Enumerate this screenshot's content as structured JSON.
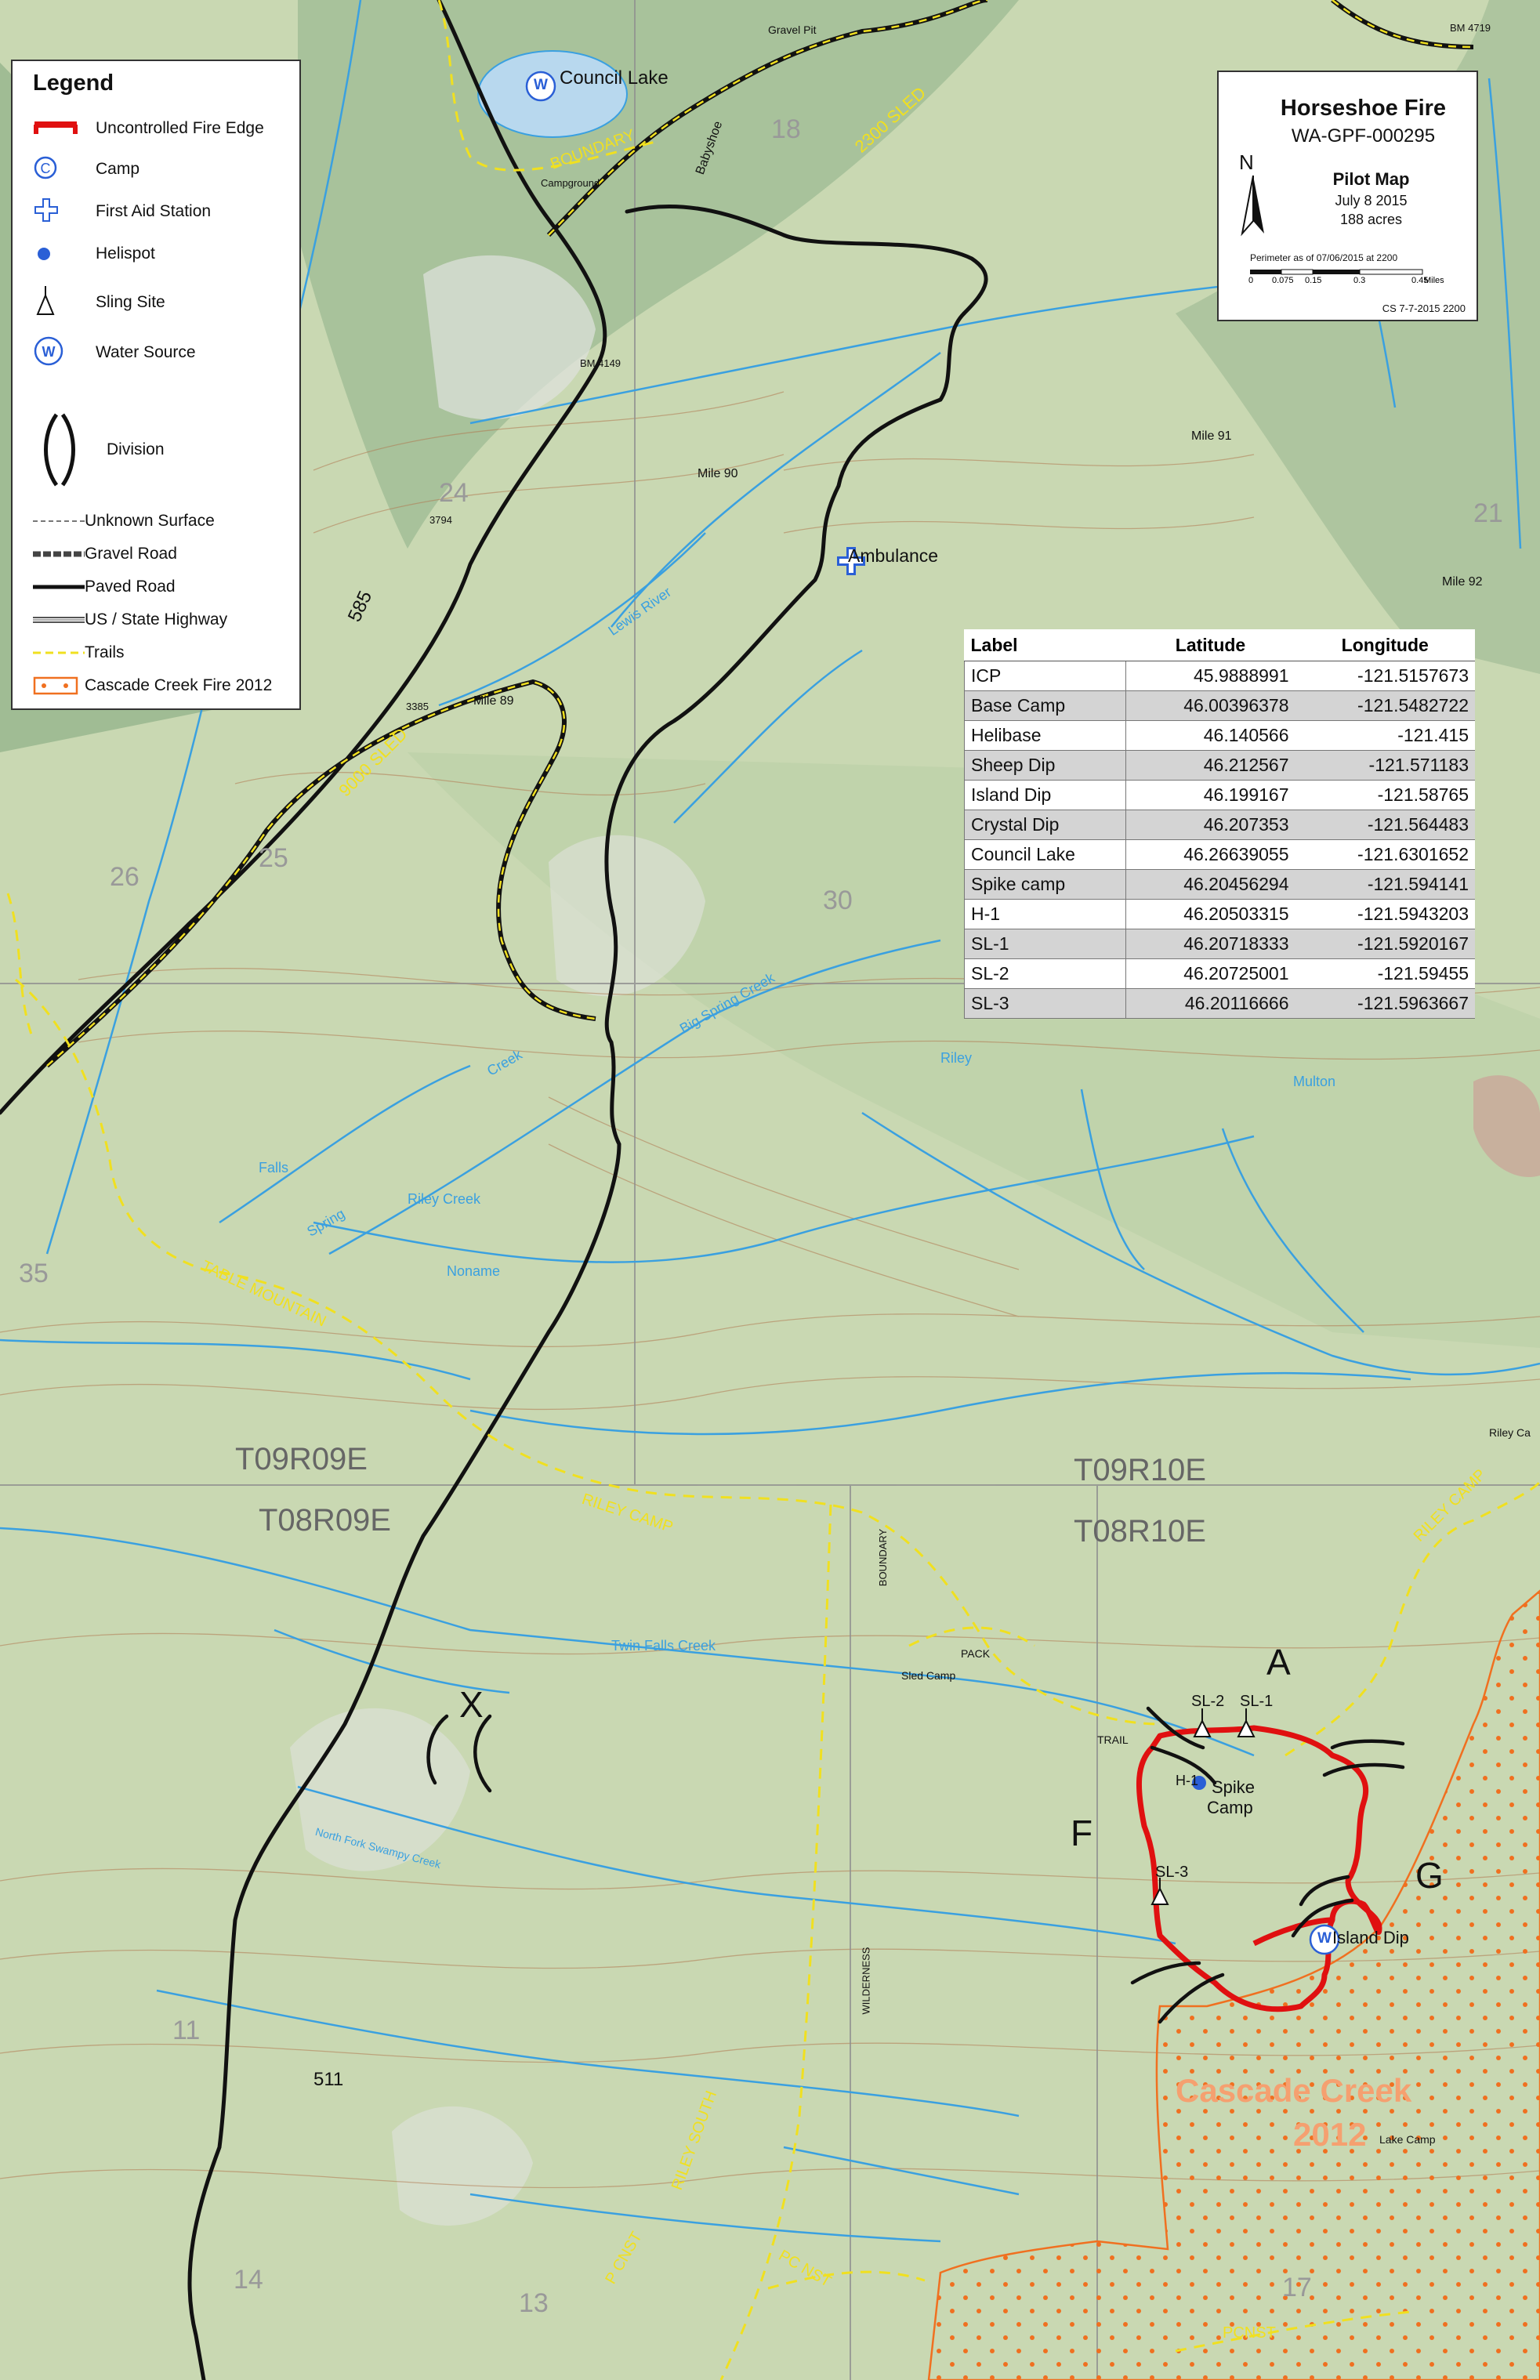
{
  "legend": {
    "title": "Legend",
    "items": [
      {
        "label": "Uncontrolled Fire Edge",
        "symbol": "red-fire-edge-icon"
      },
      {
        "label": "Camp",
        "symbol": "camp-icon"
      },
      {
        "label": "First Aid Station",
        "symbol": "first-aid-icon"
      },
      {
        "label": "Helispot",
        "symbol": "helispot-icon"
      },
      {
        "label": "Sling Site",
        "symbol": "sling-site-icon"
      },
      {
        "label": "Water Source",
        "symbol": "water-source-icon"
      },
      {
        "label": "Division",
        "symbol": "division-icon"
      },
      {
        "label": "Unknown Surface",
        "symbol": "dashed-line-icon"
      },
      {
        "label": "Gravel Road",
        "symbol": "gravel-road-icon"
      },
      {
        "label": "Paved Road",
        "symbol": "paved-road-icon"
      },
      {
        "label": "US / State Highway",
        "symbol": "highway-icon"
      },
      {
        "label": "Trails",
        "symbol": "trail-icon"
      },
      {
        "label": "Cascade Creek Fire 2012",
        "symbol": "orange-perimeter-icon"
      }
    ],
    "camp_glyph": "C",
    "water_glyph": "W"
  },
  "title_box": {
    "title": "Horseshoe Fire",
    "incident": "WA-GPF-000295",
    "north": "N",
    "subtitle": "Pilot  Map",
    "date": "July 8 2015",
    "acres": "188 acres",
    "perimeter_note": "Perimeter as of 07/06/2015 at 2200",
    "scale_ticks": [
      "0",
      "0.075",
      "0.15",
      "0.3",
      "0.45"
    ],
    "scale_unit": "Miles",
    "credit": "CS 7-7-2015 2200"
  },
  "table": {
    "headers": [
      "Label",
      "Latitude",
      "Longitude"
    ],
    "rows": [
      [
        "ICP",
        "45.9888991",
        "-121.5157673"
      ],
      [
        "Base Camp",
        "46.00396378",
        "-121.5482722"
      ],
      [
        "Helibase",
        "46.140566",
        "-121.415"
      ],
      [
        "Sheep Dip",
        "46.212567",
        "-121.571183"
      ],
      [
        "Island Dip",
        "46.199167",
        "-121.58765"
      ],
      [
        "Crystal Dip",
        "46.207353",
        "-121.564483"
      ],
      [
        "Council Lake",
        "46.26639055",
        "-121.6301652"
      ],
      [
        " Spike camp",
        "46.20456294",
        "-121.594141"
      ],
      [
        "H-1",
        "46.20503315",
        "-121.5943203"
      ],
      [
        "SL-1",
        "46.20718333",
        "-121.5920167"
      ],
      [
        "SL-2",
        "46.20725001",
        "-121.59455"
      ],
      [
        "SL-3",
        "46.20116666",
        "-121.5963667"
      ]
    ]
  },
  "map_labels": {
    "council_lake": "Council Lake",
    "ambulance": "Ambulance",
    "spike_camp_1": "Spike",
    "spike_camp_2": "Camp",
    "island_dip": "Island Dip",
    "h1": "H-1",
    "sl1": "SL-1",
    "sl2": "SL-2",
    "sl3": "SL-3",
    "div_a": "A",
    "div_f": "F",
    "div_g": "G",
    "div_x": "X",
    "twp_nw": "T09R09E",
    "twp_ne": "T09R10E",
    "twp_sw": "T08R09E",
    "twp_se": "T08R10E",
    "cascade_creek": "Cascade Creek",
    "cascade_year": "2012",
    "road_585": "585",
    "road_511": "511",
    "sled_2300": "2300 SLED",
    "sled_9000": "9000 SLED",
    "boundary": "BOUNDARY",
    "table_mountain": "TABLE MOUNTAIN",
    "riley_camp": "RILEY CAMP",
    "riley_camp_e": "RILEY CAMP",
    "riley_south": "RILEY SOUTH",
    "pcnst_1": "P CNST",
    "pcnst_2": "PC NST",
    "pcnst_3": "PCNST",
    "lewis_river": "Lewis River",
    "spring_creek": "Spring",
    "creek": "Creek",
    "riley": "Riley",
    "riley_creek": "Riley Creek",
    "noname": "Noname",
    "twin_falls": "Twin Falls Creek",
    "falls": "Falls",
    "north_fork_swampy": "North Fork Swampy Creek",
    "big_spring": "Big Spring Creek",
    "mile_89": "Mile 89",
    "mile_90": "Mile 90",
    "mile_91": "Mile 91",
    "mile_92": "Mile 92",
    "sec_24": "24",
    "sec_25": "25",
    "sec_26": "26",
    "sec_30": "30",
    "sec_35": "35",
    "sec_13": "13",
    "sec_14": "14",
    "sec_17": "17",
    "sec_18": "18",
    "sec_21": "21",
    "sec_11": "11",
    "sled_camp": "Sled Camp",
    "pack_trail": "PACK",
    "trail": "TRAIL",
    "wilderness": "WILDERNESS",
    "boundary_v": "BOUNDARY",
    "lake_camp": "Lake Camp",
    "mulco": "Multon",
    "riley_ca": "Riley Ca",
    "babyshoe": "Babyshoe",
    "gravel_pit": "Gravel Pit",
    "campground": "Campground",
    "bm_4149": "BM 4149",
    "bm_4719": "BM 4719",
    "bm_3385": "3385",
    "bm_3794": "3794"
  },
  "colors": {
    "fire_edge": "#e01010",
    "trail": "#f0e020",
    "paved": "#111111",
    "stream": "#3aa0e0",
    "cascade": "#f07020",
    "grid": "#999999"
  }
}
